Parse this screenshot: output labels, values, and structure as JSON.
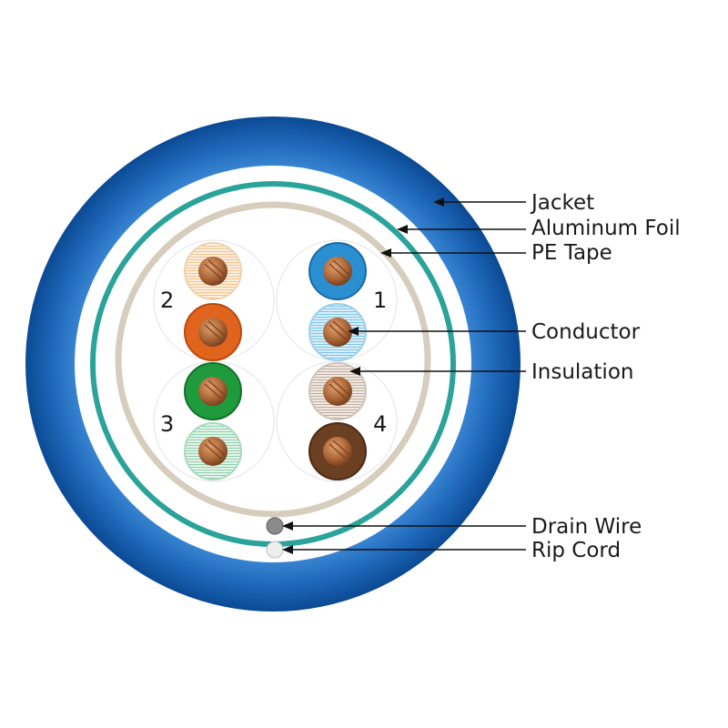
{
  "callouts": {
    "jacket": "Jacket",
    "aluminum_foil": "Aluminum Foil",
    "pe_tape": "PE Tape",
    "conductor": "Conductor",
    "insulation": "Insulation",
    "drain_wire": "Drain Wire",
    "rip_cord": "Rip Cord"
  },
  "pairs": {
    "p1": "1",
    "p2": "2",
    "p3": "3",
    "p4": "4"
  },
  "colors": {
    "jacket_outer": "#0c4f99",
    "jacket_inner": "#2a78c8",
    "foil": "#2aa39a",
    "pe_tape": "#d6cdbd",
    "copper": "#b06a3a",
    "blue": "#2a8fd0",
    "blue_white": "#bfe0f2",
    "orange": "#e0641e",
    "orange_white": "#f6dcbc",
    "green": "#1f9a3c",
    "green_white": "#cfeadc",
    "brown": "#6a3f22",
    "brown_white": "#e2d8cf",
    "drain": "#8a8a8a",
    "rip": "#e8e8e8"
  }
}
